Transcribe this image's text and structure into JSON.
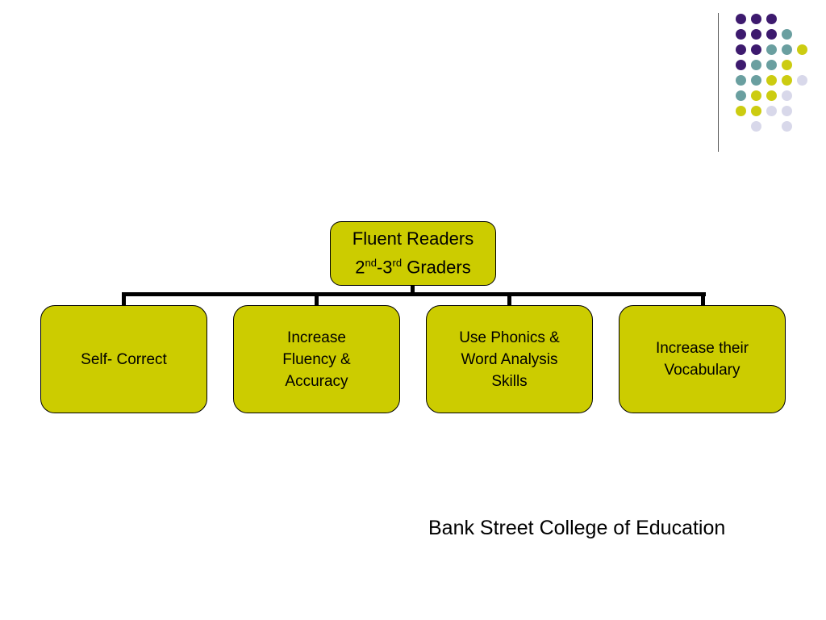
{
  "colors": {
    "node_fill": "#cccc00",
    "node_border": "#000000",
    "connector": "#000000",
    "dot_purple": "#3d1a6e",
    "dot_teal": "#6a9fa0",
    "dot_yellow": "#cccc11",
    "dot_lavender": "#d8d8ea"
  },
  "diagram": {
    "root": {
      "line1": "Fluent Readers",
      "line2": {
        "a": "2",
        "a_sup": "nd",
        "sep": "-3",
        "b_sup": "rd",
        "rest": " Graders"
      }
    },
    "children": [
      {
        "label": "Self- Correct"
      },
      {
        "label": "Increase\nFluency &\nAccuracy"
      },
      {
        "label": "Use Phonics &\nWord Analysis\nSkills"
      },
      {
        "label": "Increase their\nVocabulary"
      }
    ]
  },
  "footer": {
    "text": "Bank Street College of Education"
  },
  "decoration": {
    "dot_rows": [
      [
        "purple",
        "purple",
        "purple",
        null,
        null
      ],
      [
        "purple",
        "purple",
        "purple",
        "teal",
        null
      ],
      [
        "purple",
        "purple",
        "teal",
        "teal",
        "yellow"
      ],
      [
        "purple",
        "teal",
        "teal",
        "yellow",
        null
      ],
      [
        "teal",
        "teal",
        "yellow",
        "yellow",
        "lavender"
      ],
      [
        "teal",
        "yellow",
        "yellow",
        "lavender",
        null
      ],
      [
        "yellow",
        "yellow",
        "lavender",
        "lavender",
        null
      ],
      [
        null,
        "lavender",
        null,
        "lavender",
        null
      ]
    ]
  }
}
